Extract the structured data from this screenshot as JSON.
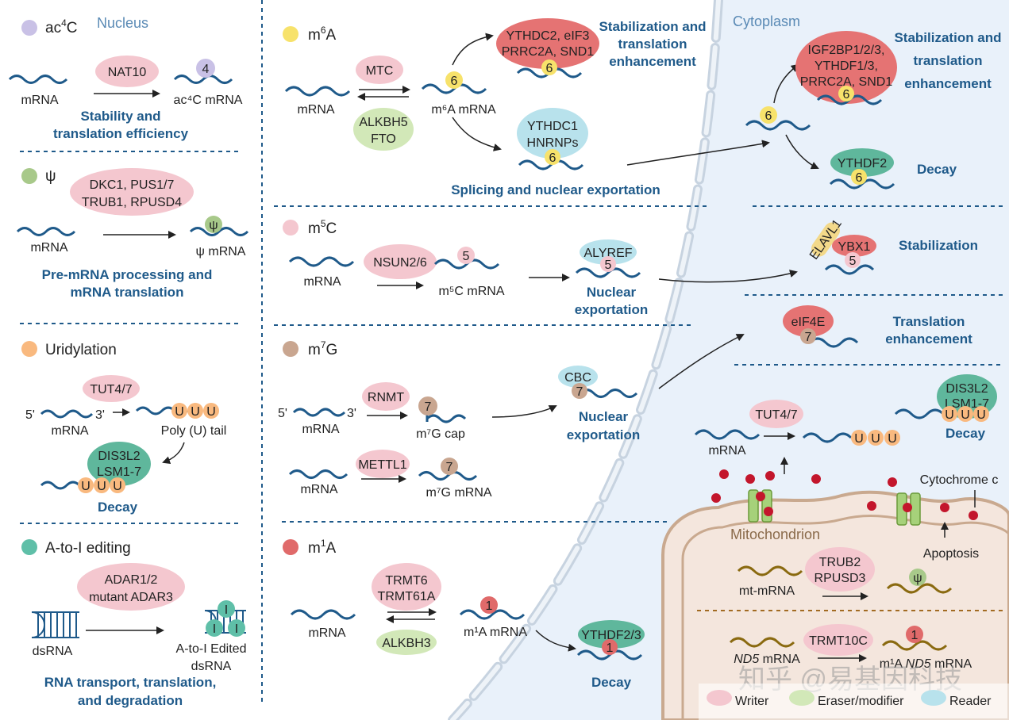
{
  "colors": {
    "writer": "#f4c7cf",
    "eraser": "#d2e8b8",
    "reader": "#b8e2ec",
    "sticky_red": "#e57373",
    "reader_teal": "#5fb79c",
    "nucleus_bg": "#ffffff",
    "cytoplasm_bg": "#e9f1fa",
    "mito_fill": "#f4e6dd",
    "wave": "#1f5a8a",
    "mt_wave": "#8a6a10",
    "title_blue": "#1f5a8a"
  },
  "regions": {
    "nucleus": "Nucleus",
    "cytoplasm": "Cytoplasm",
    "mitochondrion": "Mitochondrion"
  },
  "ac4c": {
    "title_main": "ac",
    "title_sup": "4",
    "title_end": "C",
    "writer": "NAT10",
    "mrna": "mRNA",
    "product": "ac⁴C mRNA",
    "badge": "4",
    "effect1": "Stability and",
    "effect2": "translation efficiency"
  },
  "psi": {
    "title": "ψ",
    "writer1": "DKC1, PUS1/7",
    "writer2": "TRUB1, RPUSD4",
    "mrna": "mRNA",
    "product": "ψ mRNA",
    "badge": "ψ",
    "effect1": "Pre-mRNA processing and",
    "effect2": "mRNA translation"
  },
  "uridylation": {
    "title": "Uridylation",
    "writer": "TUT4/7",
    "five": "5'",
    "three": "3'",
    "mrna": "mRNA",
    "product": "Poly (U) tail",
    "u": "U",
    "reader1": "DIS3L2",
    "reader2": "LSM1-7",
    "effect": "Decay"
  },
  "atoi": {
    "title": "A-to-I editing",
    "writer1": "ADAR1/2",
    "writer2": "mutant ADAR3",
    "substrate": "dsRNA",
    "product1": "A-to-I Edited",
    "product2": "dsRNA",
    "badge": "I",
    "effect1": "RNA  transport, translation,",
    "effect2": "and degradation"
  },
  "m6a": {
    "title_main": "m",
    "title_sup": "6",
    "title_end": "A",
    "writer": "MTC",
    "eraser1": "ALKBH5",
    "eraser2": "FTO",
    "mrna": "mRNA",
    "product": "m⁶A mRNA",
    "badge": "6",
    "reader_a1": "YTHDC2, eIF3",
    "reader_a2": "PRRC2A, SND1",
    "effect_a1": "Stabilization and",
    "effect_a2": "translation",
    "effect_a3": "enhancement",
    "reader_b1": "YTHDC1",
    "reader_b2": "HNRNPs",
    "effect_b": "Splicing and nuclear exportation"
  },
  "m5c": {
    "title_main": "m",
    "title_sup": "5",
    "title_end": "C",
    "writer": "NSUN2/6",
    "mrna": "mRNA",
    "product": "m⁵C mRNA",
    "badge": "5",
    "reader": "ALYREF",
    "effect1": "Nuclear",
    "effect2": "exportation"
  },
  "m7g": {
    "title_main": "m",
    "title_sup": "7",
    "title_end": "G",
    "writer": "RNMT",
    "five": "5'",
    "three": "3'",
    "mrna": "mRNA",
    "product": "m⁷G cap",
    "badge": "7",
    "reader": "CBC",
    "effect1": "Nuclear",
    "effect2": "exportation",
    "writer2": "METTL1",
    "mrna2": "mRNA",
    "product2": "m⁷G mRNA"
  },
  "m1a": {
    "title_main": "m",
    "title_sup": "1",
    "title_end": "A",
    "writer1": "TRMT6",
    "writer2": "TRMT61A",
    "eraser": "ALKBH3",
    "mrna": "mRNA",
    "product": "m¹A mRNA",
    "badge": "1",
    "reader": "YTHDF2/3",
    "effect": "Decay"
  },
  "cyto": {
    "m6a_reader1": "IGF2BP1/2/3,",
    "m6a_reader2": "YTHDF1/3,",
    "m6a_reader3": "PRRC2A, SND1",
    "m6a_effect1": "Stabilization and",
    "m6a_effect2": "translation",
    "m6a_effect3": "enhancement",
    "ythdf2": "YTHDF2",
    "decay": "Decay",
    "elavl1": "ELAVL1",
    "ybx1": "YBX1",
    "stabilization": "Stabilization",
    "eif4e": "eIF4E",
    "trans1": "Translation",
    "trans2": "enhancement",
    "tut": "TUT4/7",
    "mrna": "mRNA",
    "u": "U",
    "dis1": "DIS3L2",
    "dis2": "LSM1-7",
    "decay2": "Decay",
    "cytc": "Cytochrome c",
    "apoptosis": "Apoptosis",
    "mt_mrna": "mt-mRNA",
    "trub2": "TRUB2",
    "rpusd3": "RPUSD3",
    "psi": "ψ",
    "nd5_italic": "ND5",
    "nd5_rest": " mRNA",
    "trmt10c": "TRMT10C",
    "m1a_prod": "m¹A ",
    "m1a_nd5": "ND5",
    "m1a_rest": " mRNA"
  },
  "legend": {
    "writer": "Writer",
    "eraser": "Eraser/modifier",
    "reader": "Reader"
  },
  "watermark": "知乎 @易基因科技"
}
